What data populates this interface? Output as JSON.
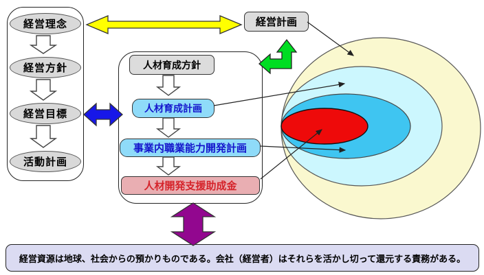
{
  "left_panel": {
    "items": [
      {
        "label": "経営理念"
      },
      {
        "label": "経営方針"
      },
      {
        "label": "経営目標"
      },
      {
        "label": "活動計画"
      }
    ]
  },
  "management_plan": {
    "label": "経営計画"
  },
  "hr_panel": {
    "policy_label": "人材育成方針",
    "plan_label": "人材育成計画",
    "dev_plan_label": "事業内職業能力開発計画",
    "subsidy_label": "人材開発支援助成金"
  },
  "banner": {
    "text": "経営資源は地球、社会からの預かりものである。会社（経営者）はそれらを活かし切って還元する責務がある。"
  },
  "colors": {
    "venn_outer": "#FAF8CF",
    "venn_mid": "#CCF7FE",
    "venn_inner": "#3FC5F1",
    "venn_core": "#EE0A0A",
    "yellow_arrow": "#FFFF00",
    "blue_arrow": "#1717E8",
    "green_arrow": "#00DD22",
    "purple_arrow": "#92078F",
    "white_arrow": "#FFFFFF",
    "gray_box": "#DCDCDC",
    "oval_fill": "#D9D9D9",
    "lightblue_box": "#8FDBF9",
    "pink_box": "#E9AEB2",
    "banner_bg": "#DBDBF2",
    "blue_text": "#1414CC",
    "red_text": "#D5232A",
    "line": "#222222"
  }
}
